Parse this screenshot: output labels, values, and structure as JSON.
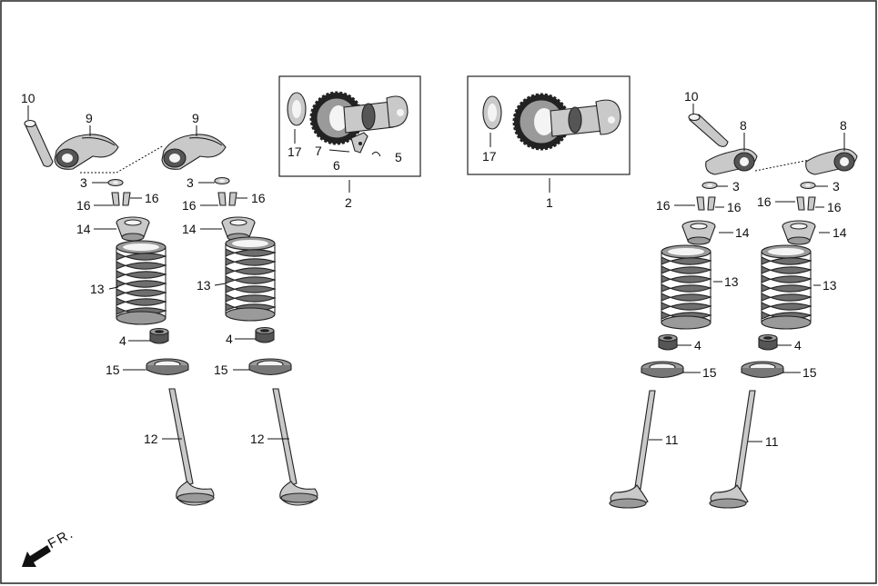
{
  "front_indicator": "FR.",
  "callouts": {
    "c10": "10",
    "c9": "9",
    "c8": "8",
    "c3": "3",
    "c16": "16",
    "c14": "14",
    "c13": "13",
    "c4": "4",
    "c15": "15",
    "c12": "12",
    "c11": "11",
    "c17": "17",
    "c7": "7",
    "c6": "6",
    "c5": "5",
    "c2": "2",
    "c1": "1"
  },
  "colors": {
    "line": "#111111",
    "background": "#ffffff",
    "part_fill": "#c9c9c9",
    "part_dark": "#222222"
  }
}
